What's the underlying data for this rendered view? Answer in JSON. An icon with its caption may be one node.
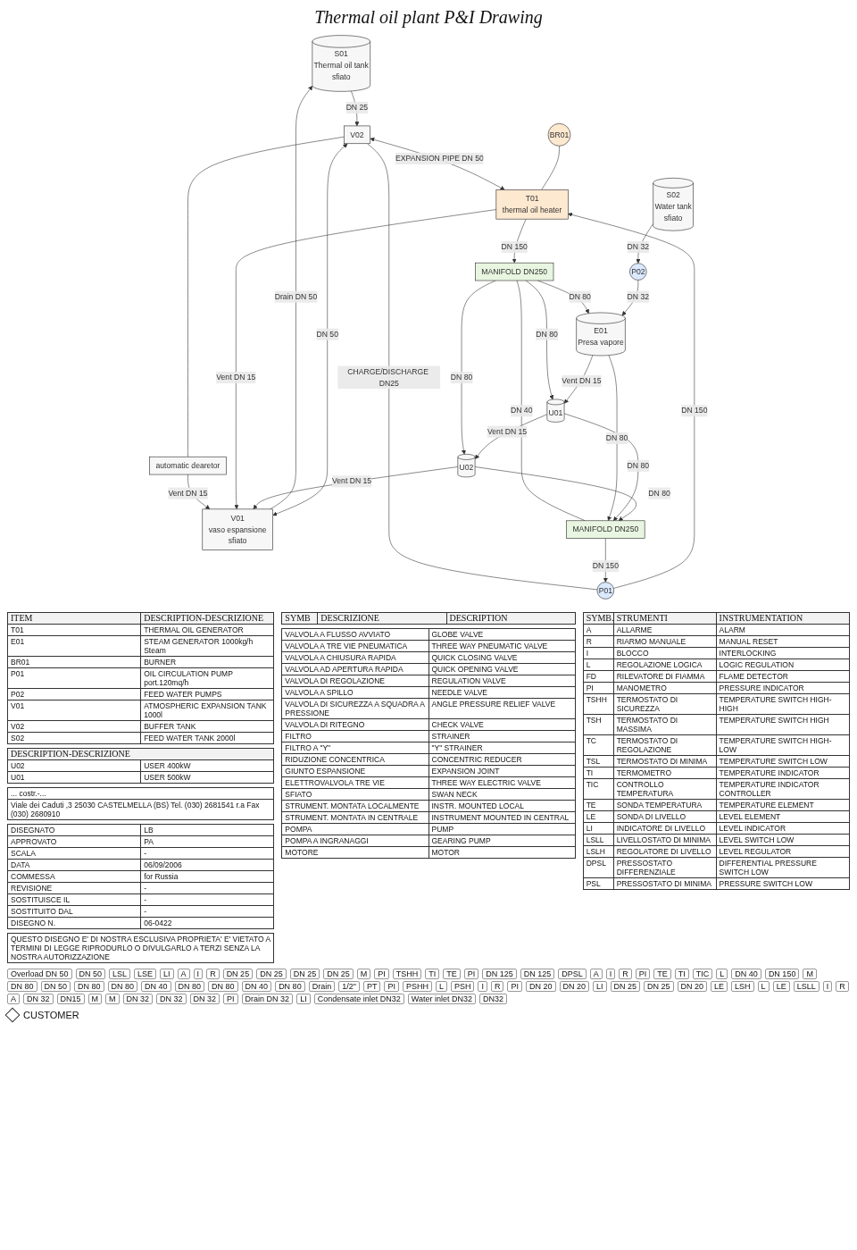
{
  "diagram": {
    "title": "Thermal oil plant P&I Drawing",
    "nodes": [
      {
        "text": [
          "S01",
          "Thermal oil tank",
          "sfiato"
        ]
      },
      {
        "text": [
          "V01",
          "vaso espansione",
          "sfiato"
        ]
      },
      {
        "text": [
          "V02"
        ]
      },
      {
        "text": [
          "automatic dearetor"
        ]
      },
      {
        "text": [
          "BR01"
        ]
      },
      {
        "text": [
          "T01",
          "thermal oil heater"
        ]
      },
      {
        "text": [
          "P01"
        ]
      },
      {
        "text": [
          "MANIFOLD DN250"
        ]
      },
      {
        "text": [
          "MANIFOLD DN250"
        ]
      },
      {
        "text": [
          "E01",
          "Presa vapore"
        ]
      },
      {
        "text": [
          "U01"
        ]
      },
      {
        "text": [
          "U02"
        ]
      },
      {
        "text": [
          "S02",
          "Water tank",
          "sfiato"
        ]
      },
      {
        "text": [
          "P02"
        ]
      }
    ],
    "edges": [
      {
        "from": 1,
        "to": 0,
        "arrow": "to",
        "label": "Drain DN 50"
      },
      {
        "from": 1,
        "to": 2,
        "arrow": "both",
        "label": "DN 50"
      },
      {
        "from": 0,
        "to": 2,
        "arrow": "to",
        "label": "DN 25"
      },
      {
        "from": 2,
        "to": 3,
        "arrow": "none"
      },
      {
        "from": 3,
        "to": 1,
        "arrow": "to",
        "label": "Vent DN 15"
      },
      {
        "from": 2,
        "to": 5,
        "arrow": "both",
        "label": "EXPANSION PIPE DN 50"
      },
      {
        "from": 2,
        "to": 6,
        "arrow": "none",
        "label": "CHARGE/DISCHARGE DN25"
      },
      {
        "from": 4,
        "to": 5,
        "arrow": "none"
      },
      {
        "from": 6,
        "to": 5,
        "arrow": "to",
        "label": "DN 150"
      },
      {
        "from": 5,
        "to": 7,
        "arrow": "to",
        "label": "DN 150"
      },
      {
        "from": 5,
        "to": 1,
        "arrow": "to",
        "label": "Vent DN 15"
      },
      {
        "from": 7,
        "to": 9,
        "arrow": "to",
        "label": "DN 80"
      },
      {
        "from": 7,
        "to": 10,
        "arrow": "to",
        "label": "DN 80"
      },
      {
        "from": 7,
        "to": 11,
        "arrow": "to",
        "label": "DN 80"
      },
      {
        "from": 7,
        "to": 8,
        "arrow": "none",
        "label": "DN 40"
      },
      {
        "from": 9,
        "to": 8,
        "arrow": "to",
        "label": "DN 80"
      },
      {
        "from": 10,
        "to": 8,
        "arrow": "to",
        "label": "DN 80"
      },
      {
        "from": 11,
        "to": 8,
        "arrow": "to",
        "label": "DN 80"
      },
      {
        "from": 8,
        "to": 6,
        "arrow": "to",
        "label": "DN 150"
      },
      {
        "from": 9,
        "to": 10,
        "arrow": "to",
        "label": "Vent DN 15"
      },
      {
        "from": 10,
        "to": 11,
        "arrow": "to",
        "label": "Vent DN 15"
      },
      {
        "from": 11,
        "to": 1,
        "arrow": "to",
        "label": "Vent DN 15"
      },
      {
        "from": 12,
        "to": 13,
        "arrow": "to",
        "label": "DN 32"
      },
      {
        "from": 13,
        "to": 9,
        "arrow": "to",
        "label": "DN 32"
      }
    ],
    "labels": [
      "ITEM",
      "DESCRIPTION-DESCRIZIONE",
      "T01",
      "THERMAL OIL GENERATOR",
      "E01",
      "STEAM GENERATOR 1000kg/h Steam",
      "BR01",
      "BURNER",
      "P01",
      "OIL CIRCULATION PUMP port.120mq/h",
      "P02",
      "FEED WATER PUMPS",
      "V01",
      "ATMOSPHERIC EXPANSION TANK 1000l",
      "V02",
      "BUFFER TANK",
      "S02",
      "FEED WATER TANK 2000l",
      "DESCRIPTION-DESCRIZIONE",
      "U02",
      "USER 400kW",
      "U01",
      "USER 500kW",
      "SYMB",
      "DESCRIZIONE",
      "DESCRIPTION",
      "VALVOLA A FLUSSO AVVIATO",
      "GLOBE VALVE",
      "VALVOLA A TRE VIE PNEUMATICA",
      "THREE WAY PNEUMATIC VALVE",
      "VALVOLA A CHIUSURA RAPIDA",
      "QUICK CLOSING VALVE",
      "VALVOLA AD APERTURA RAPIDA",
      "QUICK OPENING VALVE",
      "VALVOLA DI REGOLAZIONE",
      "REGULATION VALVE",
      "VALVOLA A SPILLO",
      "NEEDLE VALVE",
      "VALVOLA DI SICUREZZA A SQUADRA A PRESSIONE",
      "ANGLE PRESSURE RELIEF VALVE",
      "VALVOLA DI RITEGNO",
      "CHECK VALVE",
      "FILTRO",
      "STRAINER",
      "FILTRO A \"Y\"",
      "\"Y\" STRAINER",
      "RIDUZIONE CONCENTRICA",
      "CONCENTRIC REDUCER",
      "GIUNTO ESPANSIONE",
      "EXPANSION JOINT",
      "ELETTROVALVOLA TRE VIE",
      "THREE WAY ELECTRIC VALVE",
      "SFIATO",
      "SWAN NECK",
      "STRUMENT. MONTATA LOCALMENTE",
      "INSTR. MOUNTED LOCAL",
      "STRUMENT. MONTATA IN CENTRALE",
      "INSTRUMENT MOUNTED IN CENTRAL",
      "POMPA",
      "PUMP",
      "POMPA A INGRANAGGI",
      "GEARING PUMP",
      "MOTORE",
      "MOTOR",
      "SYMB.",
      "STRUMENTI",
      "INSTRUMENTATION",
      "A",
      "ALLARME",
      "ALARM",
      "R",
      "RIARMO MANUALE",
      "MANUAL RESET",
      "I",
      "BLOCCO",
      "INTERLOCKING",
      "L",
      "REGOLAZIONE LOGICA",
      "LOGIC REGULATION",
      "FD",
      "RILEVATORE DI FIAMMA",
      "FLAME DETECTOR",
      "PI",
      "MANOMETRO",
      "PRESSURE INDICATOR",
      "TSHH",
      "TERMOSTATO DI SICUREZZA",
      "TEMPERATURE SWITCH HIGH-HIGH",
      "TSH",
      "TERMOSTATO DI MASSIMA",
      "TEMPERATURE SWITCH HIGH",
      "TC",
      "TERMOSTATO DI REGOLAZIONE",
      "TEMPERATURE SWITCH HIGH-LOW",
      "TSL",
      "TERMOSTATO DI MINIMA",
      "TEMPERATURE SWITCH LOW",
      "TI",
      "TERMOMETRO",
      "TEMPERATURE INDICATOR",
      "TIC",
      "CONTROLLO TEMPERATURA",
      "TEMPERATURE INDICATOR CONTROLLER",
      "TE",
      "SONDA TEMPERATURA",
      "TEMPERATURE ELEMENT",
      "LE",
      "SONDA DI LIVELLO",
      "LEVEL ELEMENT",
      "LI",
      "INDICATORE DI LIVELLO",
      "LEVEL INDICATOR",
      "LSLL",
      "LIVELLOSTATO DI MINIMA",
      "LEVEL SWITCH LOW",
      "LSLH",
      "REGOLATORE DI LIVELLO",
      "LEVEL REGULATOR",
      "DPSL",
      "PRESSOSTATO DIFFERENZIALE",
      "DIFFERENTIAL PRESSURE SWITCH LOW",
      "PSL",
      "PRESSOSTATO DI MINIMA",
      "PRESSURE SWITCH LOW",
      "... costr.-...",
      "Viale dei Caduti ,3 25030 CASTELMELLA (BS) Tel. (030) 2681541 r.a Fax (030) 2680910",
      "DISEGNATO",
      "LB",
      "APPROVATO",
      "PA",
      "SCALA",
      "-",
      "DATA",
      "06/09/2006",
      "COMMESSA",
      "for Russia",
      "REVISIONE",
      "-",
      "SOSTITUISCE IL",
      "-",
      "SOSTITUITO DAL",
      "-",
      "DISEGNO N.",
      "06-0422",
      "QUESTO DISEGNO E' DI NOSTRA ESCLUSIVA PROPRIETA' E' VIETATO A TERMINI DI LEGGE RIPRODURLO O DIVULGARLO A TERZI SENZA LA NOSTRA AUTORIZZAZIONE",
      "Overload DN 50",
      "DN 50",
      "LSL",
      "LSE",
      "LI",
      "A",
      "I",
      "R",
      "DN 25",
      "DN 25",
      "DN 25",
      "DN 25",
      "M",
      "PI",
      "TSHH",
      "TI",
      "TE",
      "PI",
      "DN 125",
      "DN 125",
      "DPSL",
      "A",
      "I",
      "R",
      "PI",
      "TE",
      "TI",
      "TIC",
      "L",
      "DN 40",
      "DN 150",
      "M",
      "DN 80",
      "DN 50",
      "DN 80",
      "DN 80",
      "DN 40",
      "DN 80",
      "DN 80",
      "DN 40",
      "DN 80",
      "Drain",
      "1/2\"",
      "PT",
      "PI",
      "PSHH",
      "L",
      "PSH",
      "I",
      "R",
      "PI",
      "DN 20",
      "DN 20",
      "LI",
      "DN 25",
      "DN 25",
      "DN 20",
      "LE",
      "LSH",
      "L",
      "LE",
      "LSLL",
      "I",
      "R",
      "A",
      "DN 32",
      "DN15",
      "M",
      "M",
      "DN 32",
      "DN 32",
      "DN 32",
      "PI",
      "Drain DN 32",
      "LI",
      "Condensate inlet DN32",
      "Water inlet DN32",
      "DN32"
    ],
    "legend": [
      {
        "text": "CUSTOMER"
      }
    ]
  }
}
